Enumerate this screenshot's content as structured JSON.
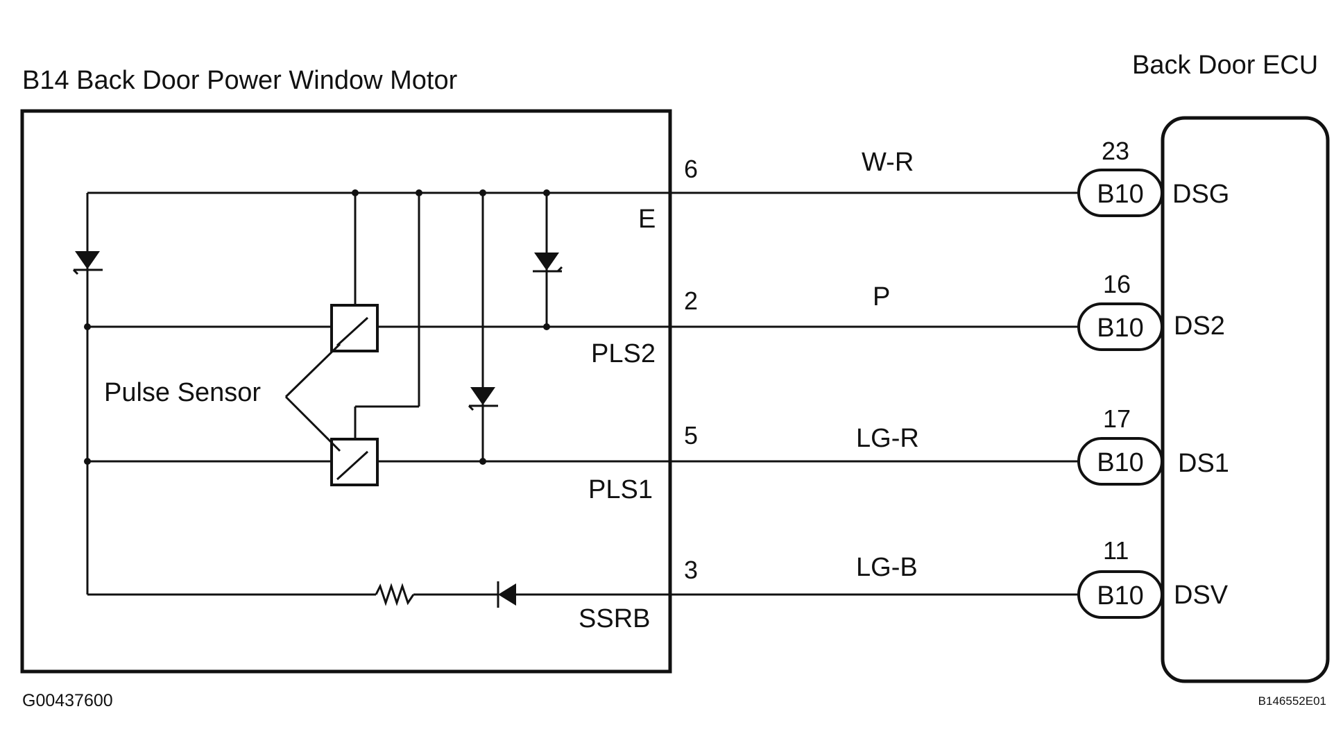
{
  "motor": {
    "title": "B14 Back Door Power Window Motor",
    "pulse_sensor_label": "Pulse Sensor"
  },
  "ecu": {
    "title": "Back Door ECU"
  },
  "circuits": [
    {
      "motor_pin": "6",
      "motor_terminal": "E",
      "wire_color": "W-R",
      "ecu_pin": "23",
      "connector": "B10",
      "ecu_terminal": "DSG"
    },
    {
      "motor_pin": "2",
      "motor_terminal": "PLS2",
      "wire_color": "P",
      "ecu_pin": "16",
      "connector": "B10",
      "ecu_terminal": "DS2"
    },
    {
      "motor_pin": "5",
      "motor_terminal": "PLS1",
      "wire_color": "LG-R",
      "ecu_pin": "17",
      "connector": "B10",
      "ecu_terminal": "DS1"
    },
    {
      "motor_pin": "3",
      "motor_terminal": "SSRB",
      "wire_color": "LG-B",
      "ecu_pin": "11",
      "connector": "B10",
      "ecu_terminal": "DSV"
    }
  ],
  "footer": {
    "left_code": "G00437600",
    "right_code": "B146552E01"
  }
}
